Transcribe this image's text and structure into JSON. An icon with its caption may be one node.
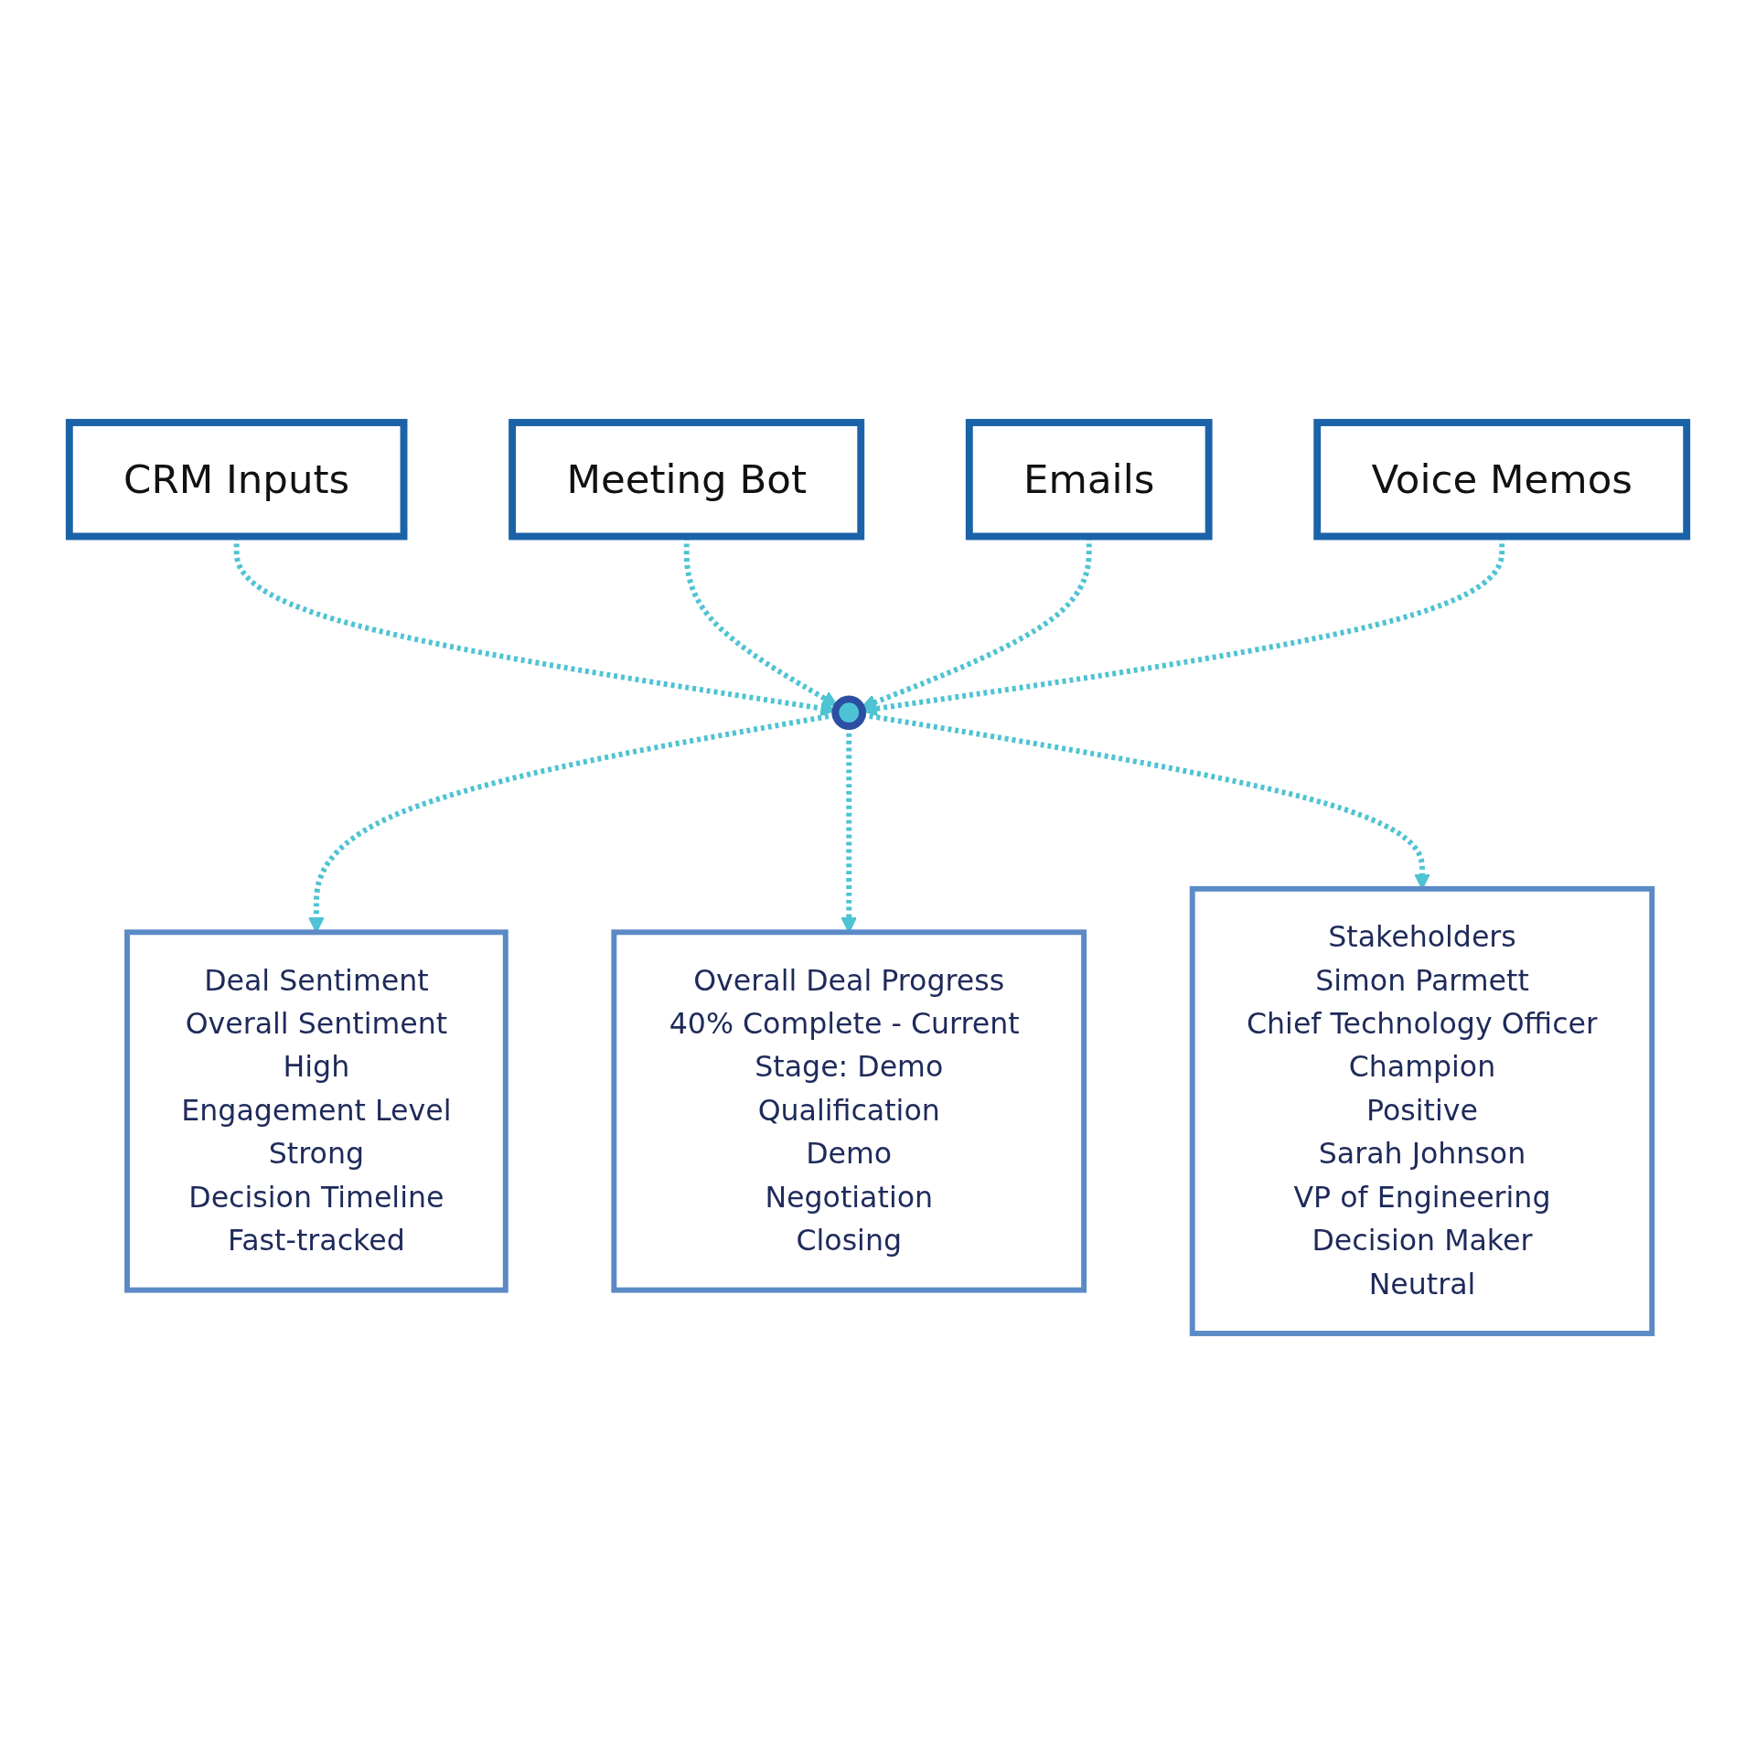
{
  "diagram": {
    "nodes": [
      {
        "text": [
          "CRM Inputs"
        ]
      },
      {
        "text": [
          "Meeting Bot"
        ]
      },
      {
        "text": [
          "Emails"
        ]
      },
      {
        "text": [
          "Voice Memos"
        ]
      },
      {
        "text": [],
        "shape": "picture"
      },
      {
        "text": [
          "Deal Sentiment",
          "Overall Sentiment",
          "High",
          "Engagement Level",
          "Strong",
          "Decision Timeline",
          "Fast-tracked"
        ]
      },
      {
        "text": [
          "Overall Deal Progress",
          "40% Complete - Current Stage: Demo",
          "Qualification",
          "Demo",
          "Negotiation",
          "Closing"
        ]
      },
      {
        "text": [
          "Stakeholders",
          "Simon Parmett",
          "Chief Technology Officer",
          "Champion",
          "Positive",
          "Sarah Johnson",
          "VP of Engineering",
          "Decision Maker",
          "Neutral"
        ]
      }
    ],
    "edges": [
      {
        "from": 0,
        "to": 4,
        "arrow": "to",
        "style": "dashed"
      },
      {
        "from": 1,
        "to": 4,
        "arrow": "to",
        "style": "dashed"
      },
      {
        "from": 2,
        "to": 4,
        "arrow": "to",
        "style": "dashed"
      },
      {
        "from": 3,
        "to": 4,
        "arrow": "to",
        "style": "dashed"
      },
      {
        "from": 4,
        "to": 5,
        "arrow": "to",
        "style": "dashed"
      },
      {
        "from": 4,
        "to": 6,
        "arrow": "to",
        "style": "dashed"
      },
      {
        "from": 4,
        "to": 7,
        "arrow": "to",
        "style": "dashed"
      }
    ]
  }
}
